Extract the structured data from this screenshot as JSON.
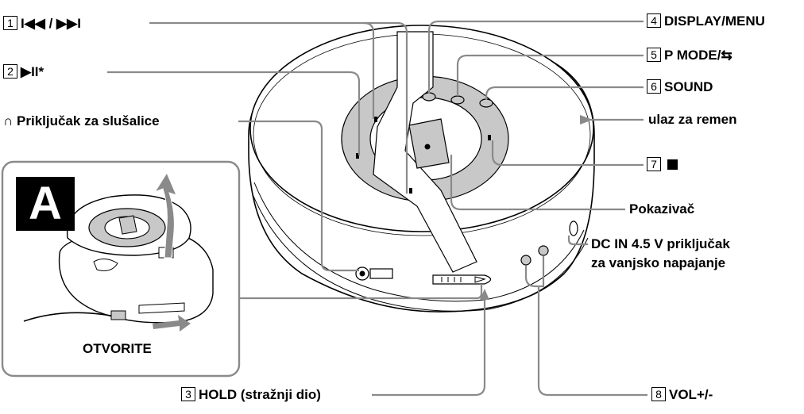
{
  "inset_badge": "A",
  "labels": {
    "l1_num": "1",
    "l1_text": "I◀◀ / ▶▶I",
    "l2_num": "2",
    "l2_text": "▶II*",
    "headphones_symbol": "∩",
    "headphones_text": "Priključak za slušalice",
    "l4_num": "4",
    "l4_text": "DISPLAY/MENU",
    "l5_num": "5",
    "l5_text": "P MODE/",
    "l5_symbol": "⇆",
    "l6_num": "6",
    "l6_text": "SOUND",
    "strap": "ulaz za remen",
    "l7_num": "7",
    "pointer": "Pokazivač",
    "dc_line1": "DC IN 4.5 V priključak",
    "dc_line2": "za vanjsko napajanje",
    "open": "OTVORITE",
    "l3_num": "3",
    "l3_text": "HOLD (stražnji dio)",
    "l8_num": "8",
    "l8_text": "VOL+/-"
  }
}
